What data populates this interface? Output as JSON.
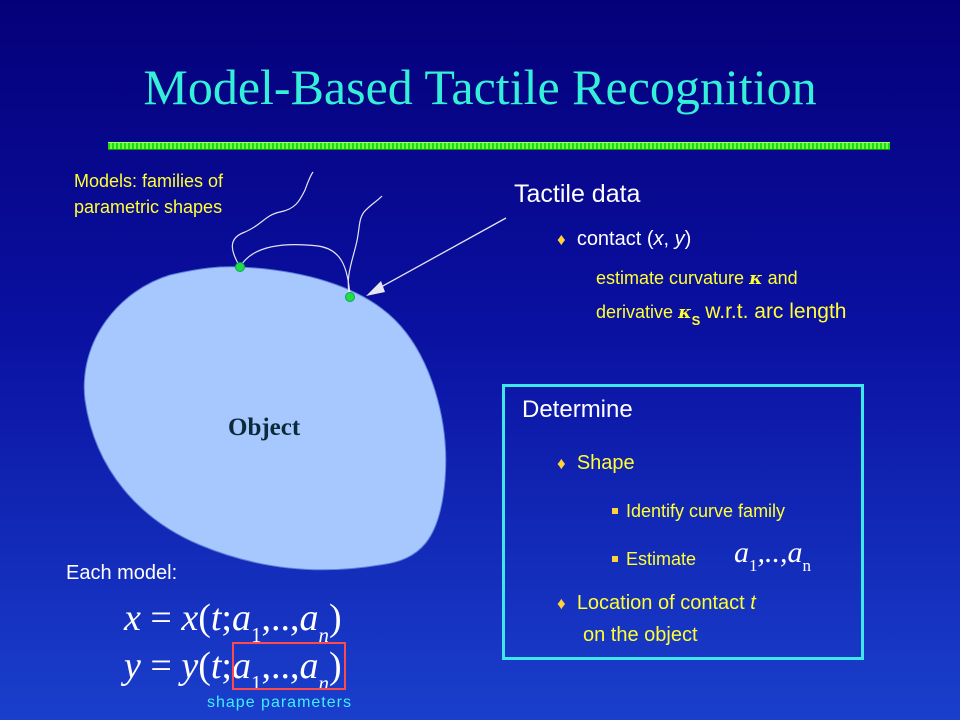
{
  "title": "Model-Based Tactile Recognition",
  "models_caption": {
    "line1": "Models: families of",
    "line2": "parametric shapes"
  },
  "tactile": {
    "heading": "Tactile data",
    "contact_prefix": "contact (",
    "contact_x": "x",
    "contact_sep": ", ",
    "contact_y": "y",
    "contact_suffix": ")",
    "estimate_line1_a": "estimate curvature",
    "kappa": "κ",
    "estimate_line1_b": "and",
    "estimate_line2_a": "derivative",
    "kappa_s": "κ",
    "kappa_s_sub": "S",
    "estimate_line2_b": "w.r.t. arc length"
  },
  "object_label": "Object",
  "determine": {
    "heading": "Determine",
    "shape": "Shape",
    "identify": "Identify curve family",
    "estimate": "Estimate",
    "params_a": "a",
    "params_sub1": "1",
    "params_mid": ",..,",
    "params_sub_n": "n",
    "location_line1_a": "Location of contact",
    "location_t": "t",
    "location_line2": "on the object"
  },
  "each_model": {
    "label": "Each model",
    "colon": ":",
    "eq_x": {
      "lhs": "x",
      "eq": " = ",
      "fn": "x",
      "open": "(",
      "t": "t",
      "semi": ";",
      "a": "a",
      "s1": "1",
      "dots": ",..,",
      "a2": "a",
      "sn": "n",
      "close": ")"
    },
    "eq_y": {
      "lhs": "y",
      "eq": " = ",
      "fn": "y",
      "open": "(",
      "t": "t",
      "semi": ";",
      "a": "a",
      "s1": "1",
      "dots": ",..,",
      "a2": "a",
      "sn": "n",
      "close": ")"
    }
  },
  "shape_params_caption": "shape parameters",
  "colors": {
    "title": "#35f0d8",
    "object_fill": "#a6c8ff",
    "contact_point": "#22dd44",
    "box_border": "#3fe8e8",
    "highlight_box": "#ff4a4a",
    "text_yellow": "#ffff33"
  },
  "icons": {
    "bullet": "diamond-bullet-icon",
    "sub_bullet": "square-bullet-icon"
  }
}
